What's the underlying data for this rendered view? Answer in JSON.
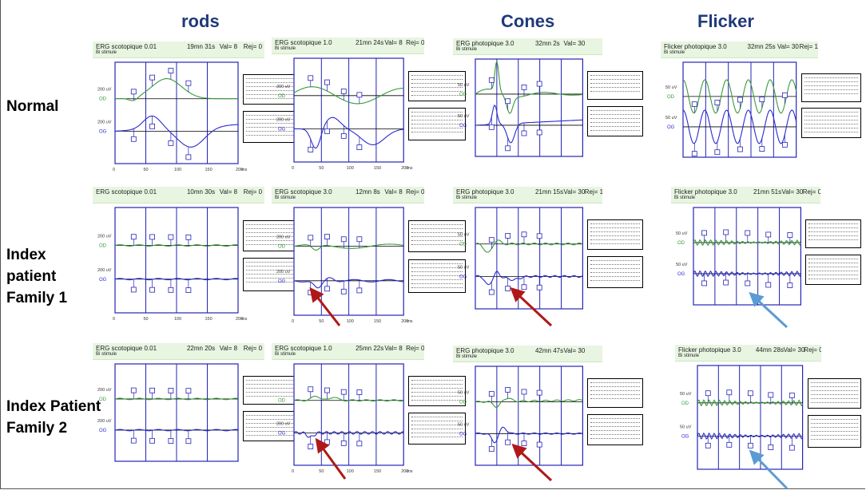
{
  "columns": [
    "rods",
    "Cones",
    "Flicker"
  ],
  "rows": [
    {
      "lines": [
        "Normal"
      ]
    },
    {
      "lines": [
        "Index",
        "patient",
        "Family 1"
      ]
    },
    {
      "lines": [
        "Index Patient",
        "Family 2"
      ]
    }
  ],
  "chart_data": [
    {
      "type": "line",
      "id": "r1c1",
      "title": "ERG scotopique 0.01",
      "time": "19mn 31s",
      "val": "Val= 8",
      "rej": "Rej= 0",
      "stim": "Bi stimule",
      "amp1": "200 uV",
      "amp2": "200 uV",
      "x": [
        0,
        50,
        100,
        150,
        200
      ],
      "xunit": "ms",
      "series": [
        {
          "name": "OD",
          "color": "#3a9a3a"
        },
        {
          "name": "OG",
          "color": "#2a2ad0"
        }
      ]
    },
    {
      "type": "line",
      "id": "r1c2",
      "title": "ERG scotopique 1.0",
      "time": "21mn 24s",
      "val": "Val= 8",
      "rej": "Rej= 0",
      "stim": "Bi stimule",
      "amp1": "200 uV",
      "amp2": "200 uV",
      "x": [
        0,
        50,
        100,
        150,
        200
      ],
      "xunit": "ms",
      "series": [
        {
          "name": "OD",
          "color": "#3a9a3a"
        },
        {
          "name": "OG",
          "color": "#2a2ad0"
        }
      ]
    },
    {
      "type": "line",
      "id": "r1c3",
      "title": "ERG photopique 3.0",
      "time": "32mn 2s",
      "val": "Val= 30",
      "rej": "",
      "stim": "Bi stimule",
      "amp1": "50 uV",
      "amp2": "50 uV",
      "x": [],
      "xunit": "",
      "series": [
        {
          "name": "OD",
          "color": "#3a9a3a"
        },
        {
          "name": "OG",
          "color": "#2a2ad0"
        }
      ]
    },
    {
      "type": "line",
      "id": "r1c4",
      "title": "Flicker photopique 3.0",
      "time": "32mn 25s",
      "val": "Val= 30",
      "rej": "Rej= 1",
      "stim": "Bi stimule",
      "amp1": "50 uV",
      "amp2": "50 uV",
      "x": [],
      "xunit": "",
      "series": [
        {
          "name": "OD",
          "color": "#3a9a3a"
        },
        {
          "name": "OG",
          "color": "#2a2ad0"
        }
      ]
    },
    {
      "type": "line",
      "id": "r2c1",
      "title": "ERG scotopique 0.01",
      "time": "10mn 30s",
      "val": "Val= 8",
      "rej": "Rej= 0",
      "stim": "",
      "amp1": "200 uV",
      "amp2": "200 uV",
      "x": [
        0,
        50,
        100,
        150,
        200
      ],
      "xunit": "ms",
      "series": [
        {
          "name": "OD",
          "color": "#3a9a3a"
        },
        {
          "name": "OG",
          "color": "#2a2ad0"
        }
      ]
    },
    {
      "type": "line",
      "id": "r2c2",
      "title": "ERG scotopique 3.0",
      "time": "12mn 8s",
      "val": "Val= 8",
      "rej": "Rej= 0",
      "stim": "Bi stimule",
      "amp1": "200 uV",
      "amp2": "200 uV",
      "x": [
        0,
        50,
        100,
        150,
        200
      ],
      "xunit": "ms",
      "series": [
        {
          "name": "OD",
          "color": "#3a9a3a"
        },
        {
          "name": "OG",
          "color": "#2a2ad0"
        }
      ]
    },
    {
      "type": "line",
      "id": "r2c3",
      "title": "ERG photopique 3.0",
      "time": "21mn 15s",
      "val": "Val= 30",
      "rej": "Rej= 1",
      "stim": "Bi stimule",
      "amp1": "50 uV",
      "amp2": "50 uV",
      "x": [],
      "xunit": "",
      "series": [
        {
          "name": "OD",
          "color": "#3a9a3a"
        },
        {
          "name": "OG",
          "color": "#2a2ad0"
        }
      ]
    },
    {
      "type": "line",
      "id": "r2c4",
      "title": "Flicker photopique 3.0",
      "time": "21mn 51s",
      "val": "Val= 30",
      "rej": "Rej= 0",
      "stim": "Bi stimule",
      "amp1": "50 uV",
      "amp2": "50 uV",
      "x": [],
      "xunit": "",
      "series": [
        {
          "name": "OD",
          "color": "#3a9a3a"
        },
        {
          "name": "OG",
          "color": "#2a2ad0"
        }
      ]
    },
    {
      "type": "line",
      "id": "r3c1",
      "title": "ERG scotopique 0.01",
      "time": "22mn 20s",
      "val": "Val= 8",
      "rej": "Rej= 0",
      "stim": "Bi stimule",
      "amp1": "200 uV",
      "amp2": "200 uV",
      "x": [],
      "xunit": "",
      "series": [
        {
          "name": "OD",
          "color": "#3a9a3a"
        },
        {
          "name": "OG",
          "color": "#2a2ad0"
        }
      ]
    },
    {
      "type": "line",
      "id": "r3c2",
      "title": "ERG scotopique 1.0",
      "time": "25mn 22s",
      "val": "Val= 8",
      "rej": "Rej= 0",
      "stim": "Bi stimule",
      "amp1": "",
      "amp2": "200 uV",
      "x": [
        0,
        50,
        100,
        150,
        200
      ],
      "xunit": "ms",
      "series": [
        {
          "name": "OD",
          "color": "#3a9a3a"
        },
        {
          "name": "OG",
          "color": "#2a2ad0"
        }
      ]
    },
    {
      "type": "line",
      "id": "r3c3",
      "title": "ERG photopique 3.0",
      "time": "42mn 47s",
      "val": "Val= 30",
      "rej": "",
      "stim": "Bi stimule",
      "amp1": "50 uV",
      "amp2": "50 uV",
      "x": [],
      "xunit": "",
      "series": [
        {
          "name": "OD",
          "color": "#3a9a3a"
        },
        {
          "name": "OG",
          "color": "#2a2ad0"
        }
      ]
    },
    {
      "type": "line",
      "id": "r3c4",
      "title": "Flicker photopique 3.0",
      "time": "44mn 28s",
      "val": "Val= 30",
      "rej": "Rej= 0",
      "stim": "Bi stimule",
      "amp1": "50 uV",
      "amp2": "50 uV",
      "x": [],
      "xunit": "",
      "series": [
        {
          "name": "OD",
          "color": "#3a9a3a"
        },
        {
          "name": "OG",
          "color": "#2a2ad0"
        }
      ]
    }
  ],
  "arrow_colors": {
    "rods": "#b01818",
    "cones": "#b01818",
    "flicker": "#5b9bd5"
  }
}
